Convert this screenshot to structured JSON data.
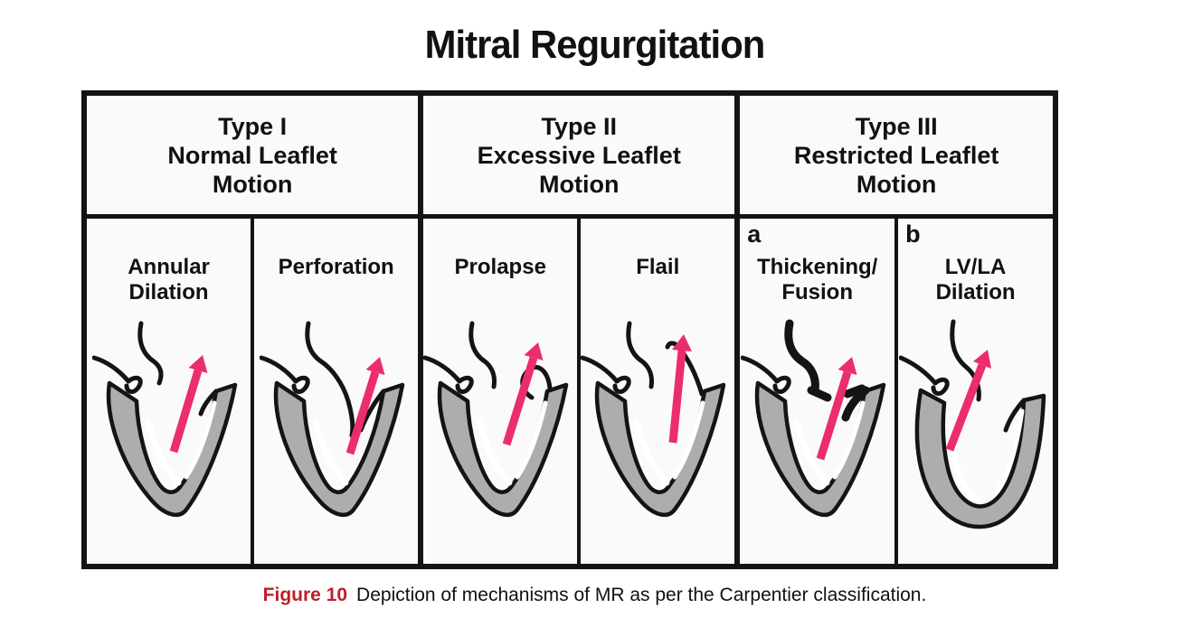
{
  "figure": {
    "title": "Mitral Regurgitation",
    "caption": {
      "label": "Figure 10",
      "text": "Depiction of mechanisms of MR as per the Carpentier classification."
    },
    "types": [
      {
        "title": "Type I",
        "subtitle_lines": [
          "Normal Leaflet",
          "Motion"
        ],
        "panels": [
          {
            "label_lines": [
              "Annular",
              "Dilation"
            ],
            "illustration": "annular-dilation-valve-diagram"
          },
          {
            "label_lines": [
              "Perforation"
            ],
            "illustration": "perforation-valve-diagram"
          }
        ]
      },
      {
        "title": "Type II",
        "subtitle_lines": [
          "Excessive Leaflet",
          "Motion"
        ],
        "panels": [
          {
            "label_lines": [
              "Prolapse"
            ],
            "illustration": "prolapse-valve-diagram"
          },
          {
            "label_lines": [
              "Flail"
            ],
            "illustration": "flail-valve-diagram"
          }
        ]
      },
      {
        "title": "Type III",
        "subtitle_lines": [
          "Restricted Leaflet",
          "Motion"
        ],
        "panels": [
          {
            "marker": "a",
            "label_lines": [
              "Thickening/",
              "Fusion"
            ],
            "illustration": "thickening-fusion-valve-diagram"
          },
          {
            "marker": "b",
            "label_lines": [
              "LV/LA",
              "Dilation"
            ],
            "illustration": "lv-la-dilation-valve-diagram"
          }
        ]
      }
    ]
  },
  "colors": {
    "arrow_pink": "#EC2D6B",
    "muscle_gray": "#ADADAD",
    "outline_black": "#141414",
    "caption_red": "#BE1E2D"
  }
}
